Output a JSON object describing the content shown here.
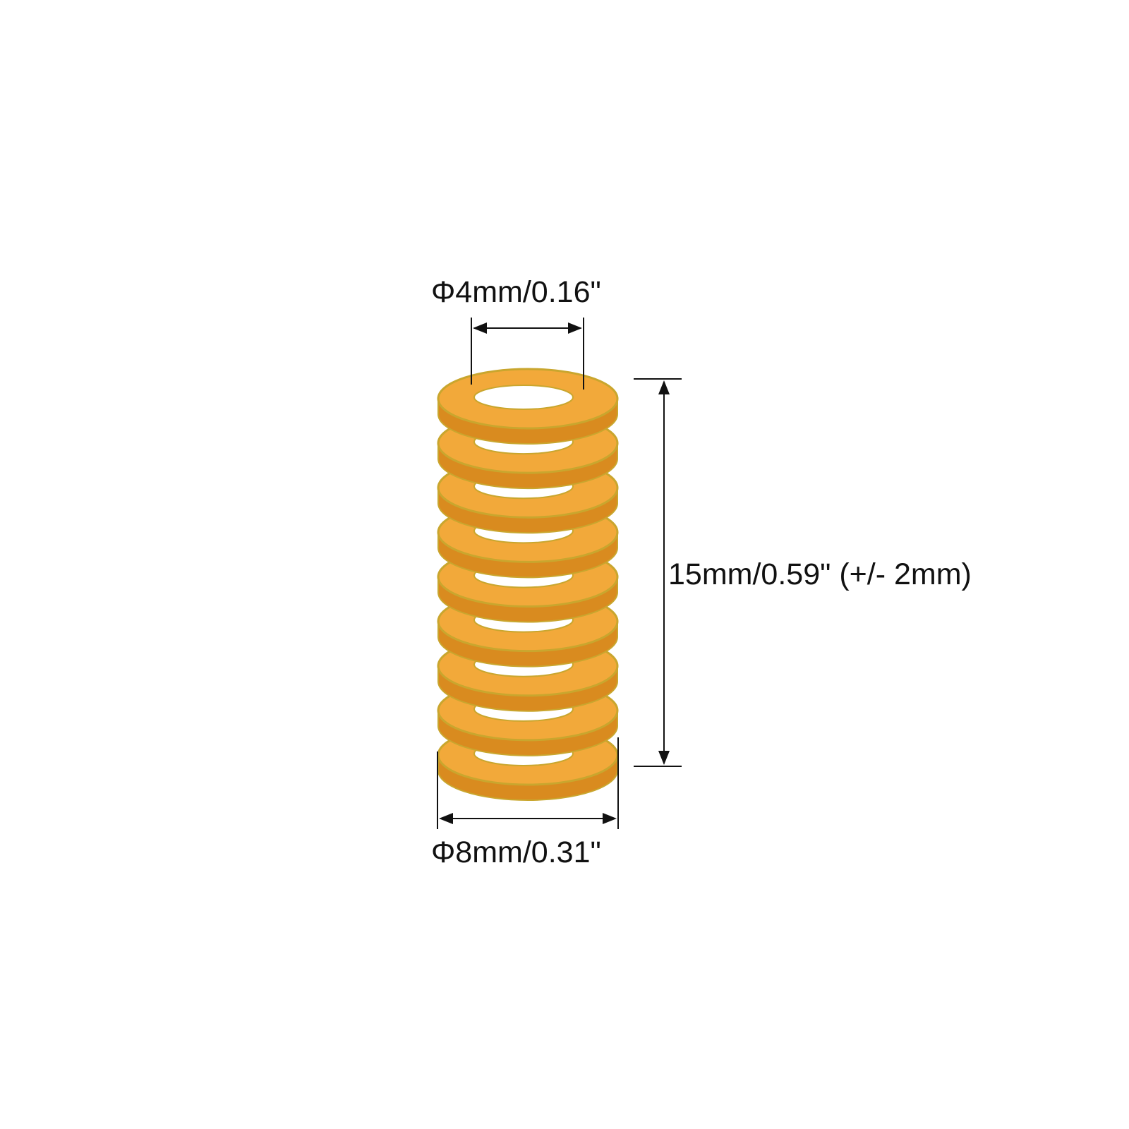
{
  "dimensions": {
    "inner_diameter": "Φ4mm/0.16\"",
    "outer_diameter": "Φ8mm/0.31\"",
    "free_length": "15mm/0.59\" (+/- 2mm)"
  },
  "product": {
    "coil_count": 9,
    "spring_color": "#F2A93A",
    "spring_edge_color": "#C9A62E",
    "spring_shadow_color": "#D98B1F"
  },
  "colors": {
    "background": "#FFFFFF",
    "dimension_line": "#111111"
  }
}
